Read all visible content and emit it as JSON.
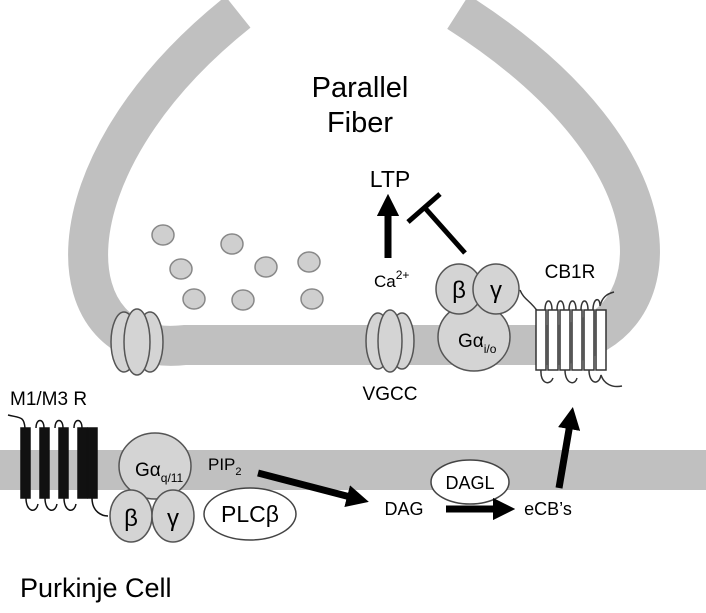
{
  "terminal": {
    "line1": "Parallel",
    "line2": "Fiber"
  },
  "cell": {
    "label": "Purkinje Cell"
  },
  "ltp": {
    "label": "LTP"
  },
  "calcium": {
    "base": "Ca",
    "sup": "2+"
  },
  "vgcc": {
    "label": "VGCC"
  },
  "cb1r": {
    "label": "CB1R"
  },
  "m1m3r": {
    "label": "M1/M3 R"
  },
  "gio": {
    "base": "Gα",
    "sub": "i/o",
    "beta": "β",
    "gamma": "γ"
  },
  "gq": {
    "base": "Gα",
    "sub": "q/11",
    "beta": "β",
    "gamma": "γ"
  },
  "plc": {
    "label": "PLCβ"
  },
  "pip2": {
    "base": "PIP",
    "sub": "2"
  },
  "dag": {
    "label": "DAG"
  },
  "dagl": {
    "label": "DAGL"
  },
  "ecb": {
    "label": "eCB’s"
  },
  "colors": {
    "membrane": "#c0c0c0",
    "protein": "#d4d4d4",
    "vesicle": "#cfcfcf",
    "receptor": "#111111"
  }
}
